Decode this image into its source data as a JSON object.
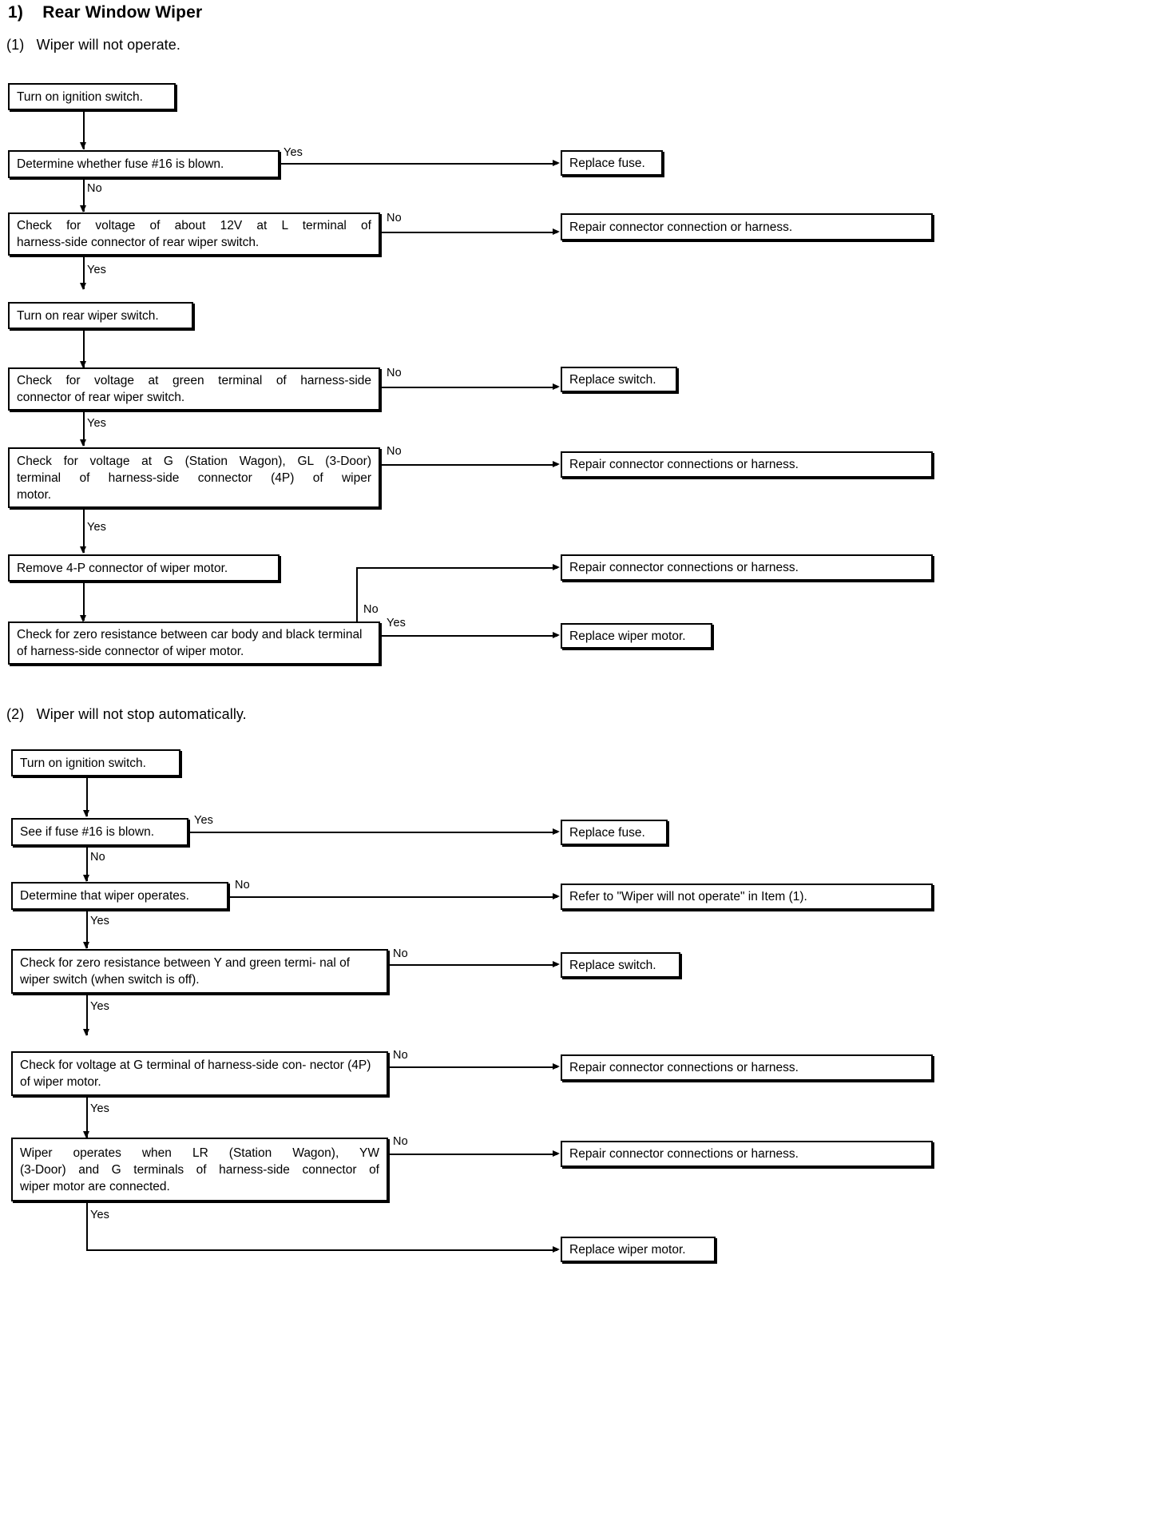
{
  "document": {
    "section_number": "1)",
    "section_title": "Rear Window Wiper"
  },
  "subsections": [
    {
      "number": "(1)",
      "title": "Wiper will not operate.",
      "steps": [
        {
          "id": "s1-start",
          "text": "Turn on ignition switch."
        },
        {
          "id": "s1-fuse",
          "text": "Determine whether fuse #16 is blown."
        },
        {
          "id": "s1-12v-l1",
          "text": "Check for voltage of about 12V at L terminal of"
        },
        {
          "id": "s1-12v-l2",
          "text": "harness-side connector of rear wiper switch."
        },
        {
          "id": "s1-sw",
          "text": "Turn on rear wiper switch."
        },
        {
          "id": "s1-grn-l1",
          "text": "Check for voltage at green terminal of harness-side"
        },
        {
          "id": "s1-grn-l2",
          "text": "connector of rear wiper switch."
        },
        {
          "id": "s1-g-l1",
          "text": "Check for voltage at G (Station Wagon), GL (3-Door)"
        },
        {
          "id": "s1-g-l2",
          "text": "terminal of harness-side connector (4P) of wiper"
        },
        {
          "id": "s1-g-l3",
          "text": "motor."
        },
        {
          "id": "s1-rm",
          "text": "Remove 4-P connector of wiper motor."
        },
        {
          "id": "s1-zero-l1",
          "text": "Check for zero resistance between car body and black"
        },
        {
          "id": "s1-zero-l2",
          "text": "terminal of harness-side connector of wiper motor."
        }
      ],
      "results": [
        {
          "id": "s1-r-fuse",
          "text": "Replace fuse."
        },
        {
          "id": "s1-r-conn1",
          "text": "Repair connector connection or harness."
        },
        {
          "id": "s1-r-sw",
          "text": "Replace switch."
        },
        {
          "id": "s1-r-conn2",
          "text": "Repair connector connections or harness."
        },
        {
          "id": "s1-r-conn3",
          "text": "Repair connector connections or harness."
        },
        {
          "id": "s1-r-motor",
          "text": "Replace wiper motor."
        }
      ],
      "branch_labels": {
        "fuse_yes": "Yes",
        "fuse_no": "No",
        "v12_no": "No",
        "v12_yes": "Yes",
        "grn_no": "No",
        "grn_yes": "Yes",
        "g_no": "No",
        "g_yes": "Yes",
        "zero_no": "No",
        "zero_yes": "Yes"
      }
    },
    {
      "number": "(2)",
      "title": "Wiper will not stop automatically.",
      "steps": [
        {
          "id": "s2-start",
          "text": "Turn on ignition switch."
        },
        {
          "id": "s2-fuse",
          "text": "See if fuse #16 is blown."
        },
        {
          "id": "s2-oper",
          "text": "Determine that wiper operates."
        },
        {
          "id": "s2-zero-l1",
          "text": "Check for zero resistance between Y and green termi-"
        },
        {
          "id": "s2-zero-l2",
          "text": "nal of wiper switch (when switch is off)."
        },
        {
          "id": "s2-g-l1",
          "text": "Check for voltage at G terminal of harness-side con-"
        },
        {
          "id": "s2-g-l2",
          "text": "nector (4P) of wiper motor."
        },
        {
          "id": "s2-lr-l1",
          "text": "Wiper operates when LR (Station Wagon), YW"
        },
        {
          "id": "s2-lr-l2",
          "text": "(3-Door) and G terminals of harness-side connector of"
        },
        {
          "id": "s2-lr-l3",
          "text": "wiper motor are connected."
        }
      ],
      "results": [
        {
          "id": "s2-r-fuse",
          "text": "Replace fuse."
        },
        {
          "id": "s2-r-refer",
          "text": "Refer to \"Wiper will not operate\" in Item (1)."
        },
        {
          "id": "s2-r-sw",
          "text": "Replace switch."
        },
        {
          "id": "s2-r-conn1",
          "text": "Repair connector connections or harness."
        },
        {
          "id": "s2-r-conn2",
          "text": "Repair connector connections or harness."
        },
        {
          "id": "s2-r-motor",
          "text": "Replace wiper motor."
        }
      ],
      "branch_labels": {
        "fuse_yes": "Yes",
        "fuse_no": "No",
        "oper_no": "No",
        "oper_yes": "Yes",
        "zero_no": "No",
        "zero_yes": "Yes",
        "g_no": "No",
        "g_yes": "Yes",
        "lr_no": "No",
        "lr_yes": "Yes"
      }
    }
  ]
}
